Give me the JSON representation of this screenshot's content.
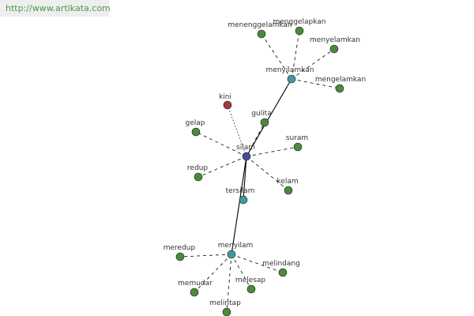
{
  "watermark": "http://www.artikata.com",
  "colors": {
    "leaf": "#4a8a3a",
    "hub": "#3f9aa0",
    "center": "#4a4aa0",
    "highlight": "#a03a3a",
    "edge": "#000000"
  },
  "nodes": {
    "silam": {
      "label": "silam",
      "kind": "center"
    },
    "menyilamkan": {
      "label": "menyilamkan",
      "kind": "hub"
    },
    "tersilam": {
      "label": "tersilam",
      "kind": "hub"
    },
    "menyilam": {
      "label": "menyilam",
      "kind": "hub"
    },
    "kini": {
      "label": "kini",
      "kind": "highlight"
    },
    "gulita": {
      "label": "gulita",
      "kind": "leaf"
    },
    "gelap": {
      "label": "gelap",
      "kind": "leaf"
    },
    "suram": {
      "label": "suram",
      "kind": "leaf"
    },
    "redup": {
      "label": "redup",
      "kind": "leaf"
    },
    "kelam": {
      "label": "kelam",
      "kind": "leaf"
    },
    "menenggelamkan": {
      "label": "menenggelamkan",
      "kind": "leaf"
    },
    "menggelapkan": {
      "label": "menggelapkan",
      "kind": "leaf"
    },
    "menyelamkan": {
      "label": "menyelamkan",
      "kind": "leaf"
    },
    "mengelamkan": {
      "label": "mengelamkan",
      "kind": "leaf"
    },
    "meredup": {
      "label": "meredup",
      "kind": "leaf"
    },
    "melindang": {
      "label": "melindang",
      "kind": "leaf"
    },
    "memudar": {
      "label": "memudar",
      "kind": "leaf"
    },
    "melesap": {
      "label": "melesap",
      "kind": "leaf"
    },
    "melintap": {
      "label": "melintap",
      "kind": "leaf"
    }
  },
  "edges": [
    {
      "from": "silam",
      "to": "menyilamkan",
      "style": "solid"
    },
    {
      "from": "silam",
      "to": "tersilam",
      "style": "solid"
    },
    {
      "from": "silam",
      "to": "menyilam",
      "style": "solid"
    },
    {
      "from": "silam",
      "to": "kini",
      "style": "dotted"
    },
    {
      "from": "silam",
      "to": "gulita",
      "style": "dashed"
    },
    {
      "from": "silam",
      "to": "gelap",
      "style": "dashed"
    },
    {
      "from": "silam",
      "to": "suram",
      "style": "dashed"
    },
    {
      "from": "silam",
      "to": "redup",
      "style": "dashed"
    },
    {
      "from": "silam",
      "to": "kelam",
      "style": "dashed"
    },
    {
      "from": "menyilamkan",
      "to": "menenggelamkan",
      "style": "dashed"
    },
    {
      "from": "menyilamkan",
      "to": "menggelapkan",
      "style": "dashed"
    },
    {
      "from": "menyilamkan",
      "to": "menyelamkan",
      "style": "dashed"
    },
    {
      "from": "menyilamkan",
      "to": "mengelamkan",
      "style": "dashed"
    },
    {
      "from": "menyilam",
      "to": "meredup",
      "style": "dashed"
    },
    {
      "from": "menyilam",
      "to": "melindang",
      "style": "dashed"
    },
    {
      "from": "menyilam",
      "to": "memudar",
      "style": "dashed"
    },
    {
      "from": "menyilam",
      "to": "melesap",
      "style": "dashed"
    },
    {
      "from": "menyilam",
      "to": "melintap",
      "style": "dashed"
    }
  ]
}
